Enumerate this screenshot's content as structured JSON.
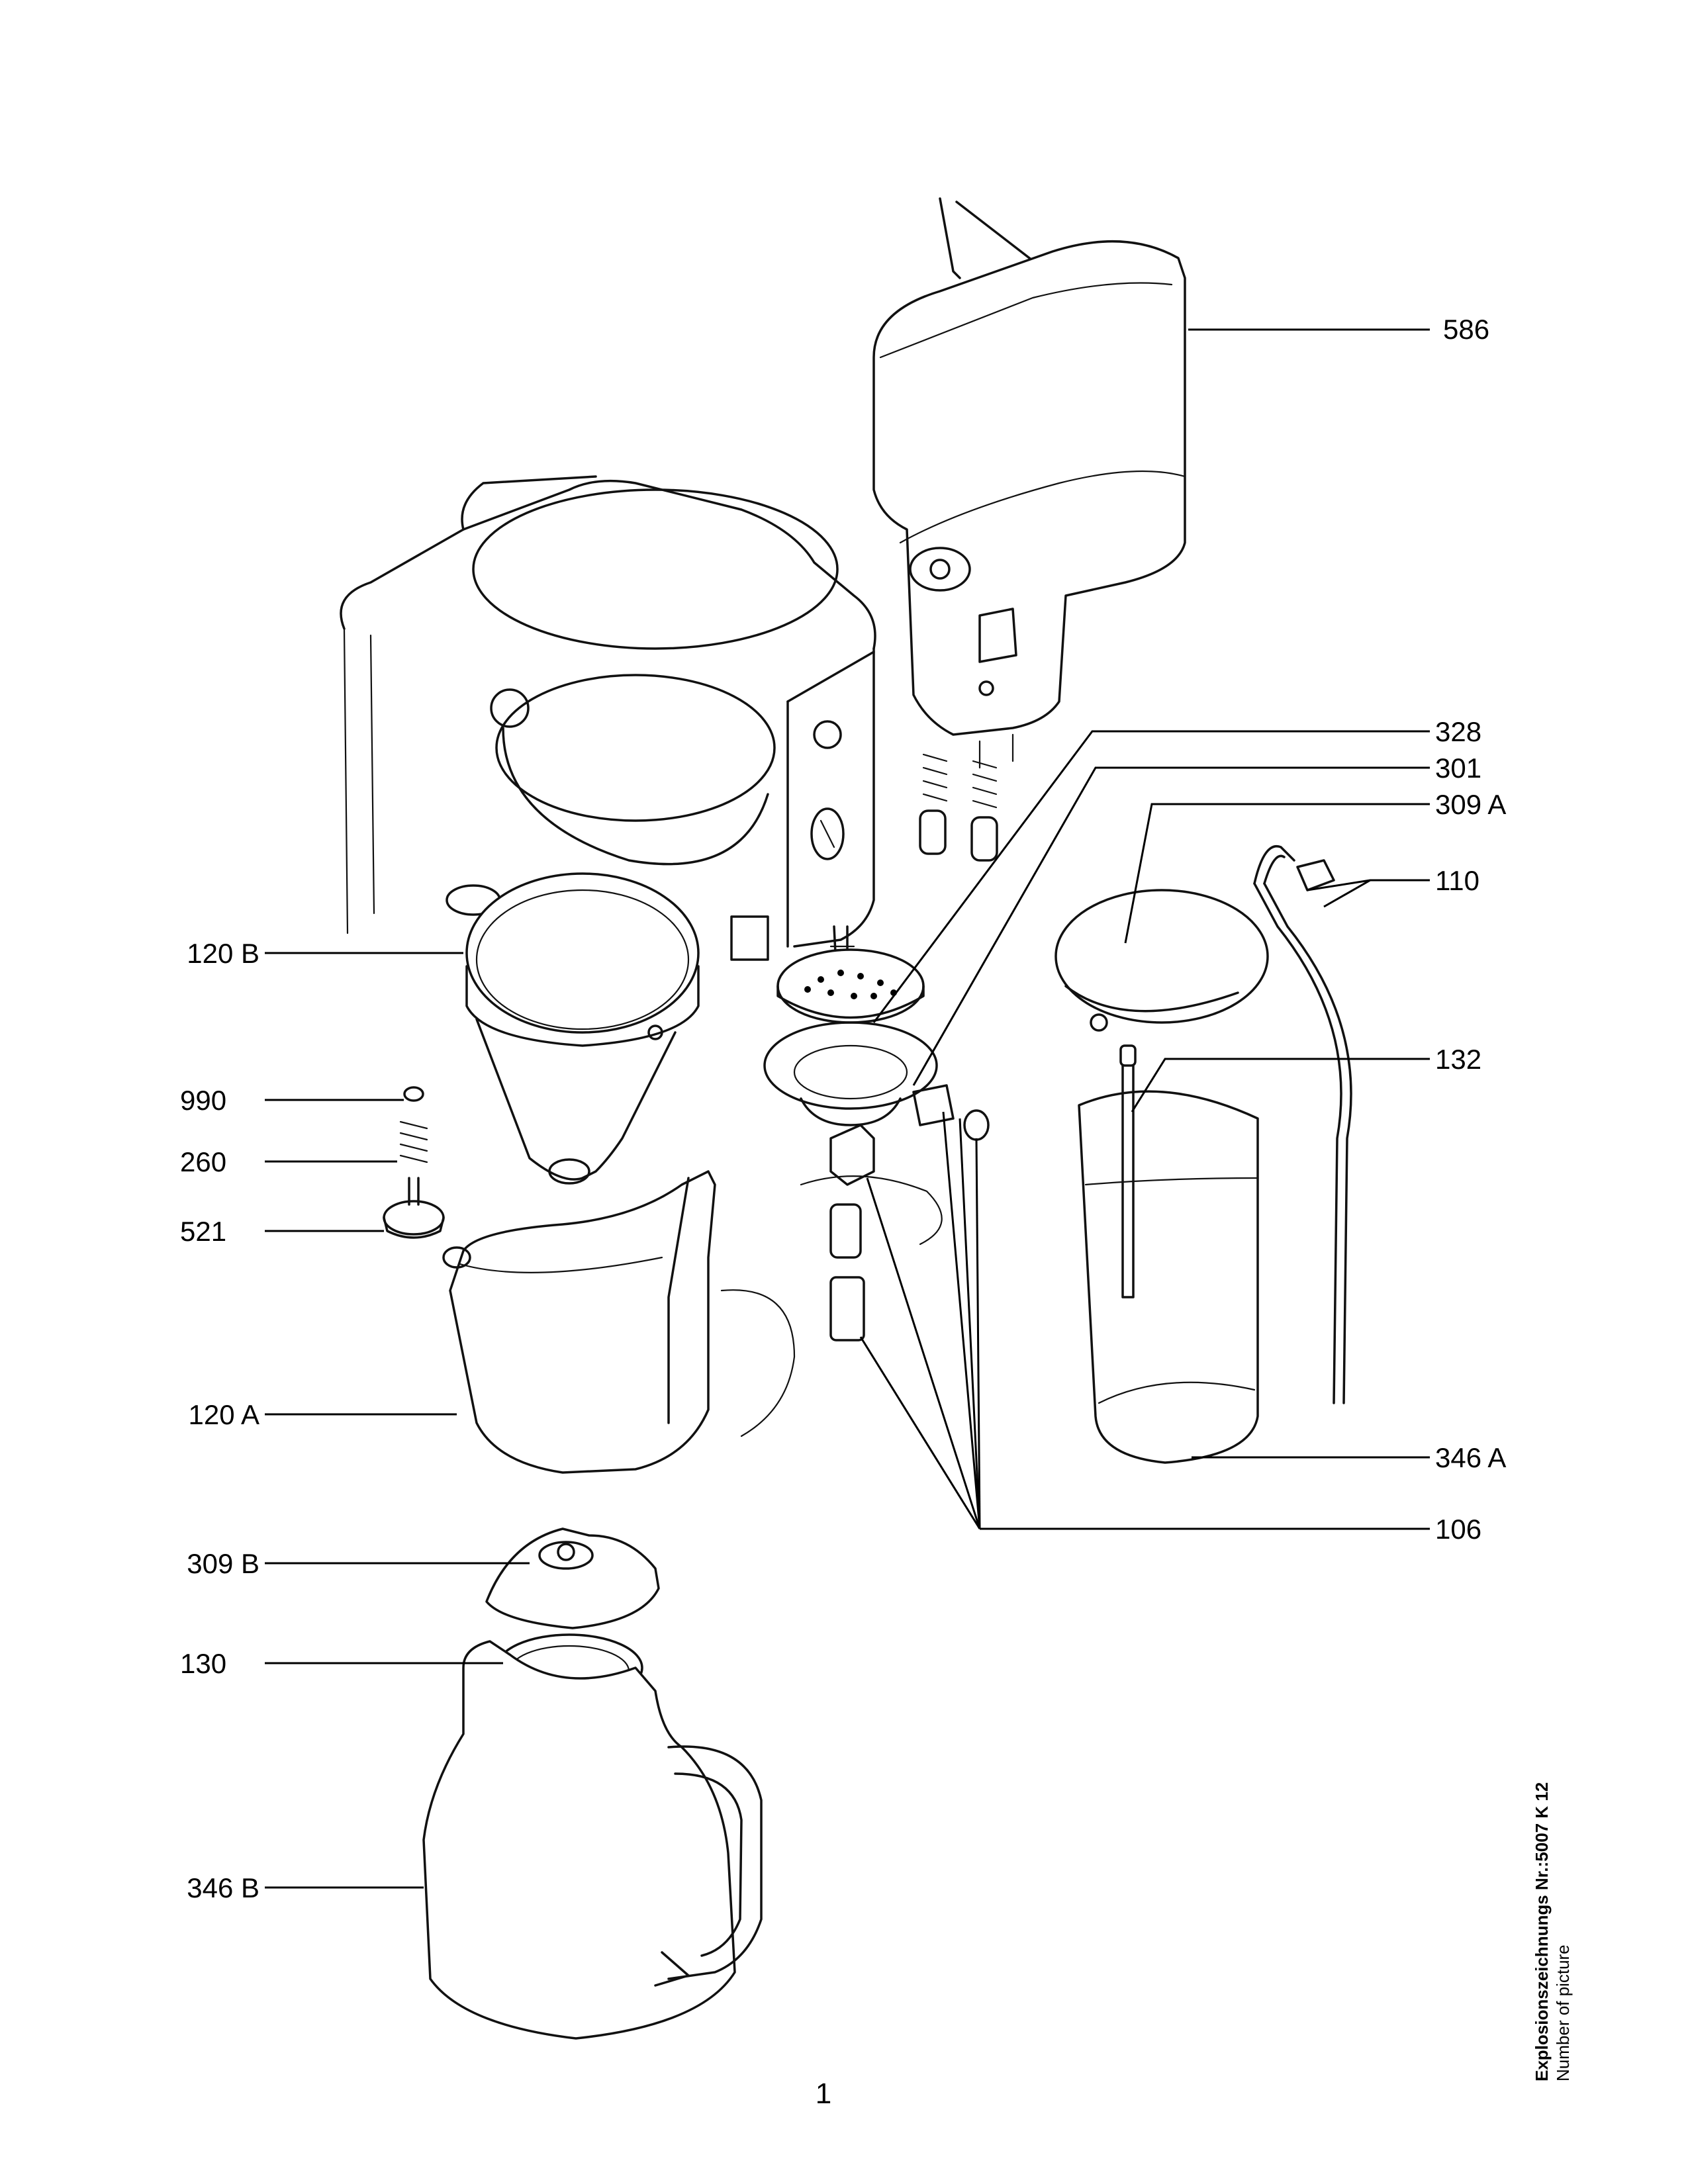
{
  "parts": [
    {
      "id": "586",
      "label": "586"
    },
    {
      "id": "328",
      "label": "328"
    },
    {
      "id": "301",
      "label": "301"
    },
    {
      "id": "309A",
      "label": "309 A"
    },
    {
      "id": "110",
      "label": "110"
    },
    {
      "id": "120B",
      "label": "120 B"
    },
    {
      "id": "132",
      "label": "132"
    },
    {
      "id": "990",
      "label": "990"
    },
    {
      "id": "260",
      "label": "260"
    },
    {
      "id": "521",
      "label": "521"
    },
    {
      "id": "120A",
      "label": "120 A"
    },
    {
      "id": "346A",
      "label": "346 A"
    },
    {
      "id": "106",
      "label": "106"
    },
    {
      "id": "309B",
      "label": "309 B"
    },
    {
      "id": "130",
      "label": "130"
    },
    {
      "id": "346B",
      "label": "346 B"
    }
  ],
  "page_number": "1",
  "drawing_title": "Explosionszeichnungs Nr.:5007 K 12",
  "drawing_subtitle": "Number of picture"
}
